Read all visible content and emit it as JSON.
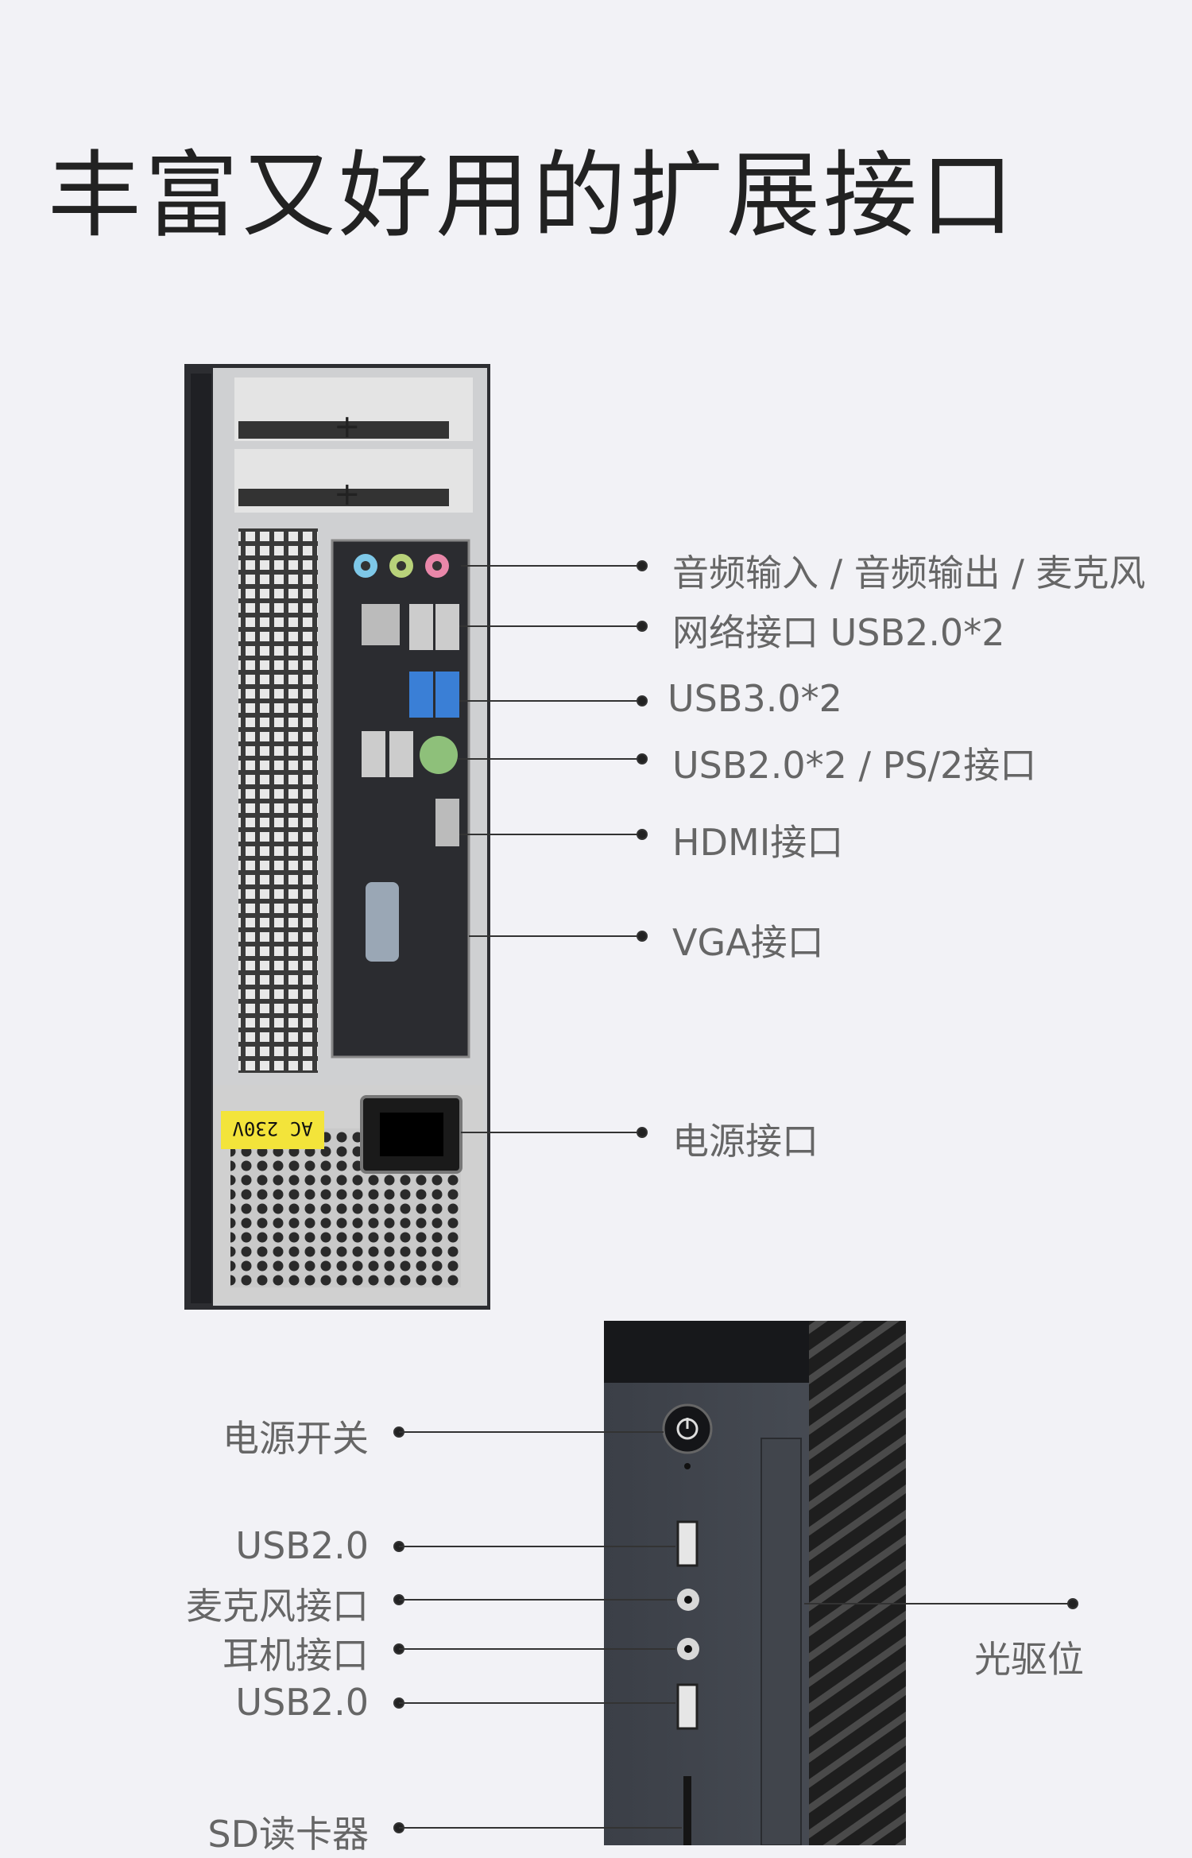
{
  "title": "丰富又好用的扩展接口",
  "rear_ports": [
    "音频输入 / 音频输出 / 麦克风",
    "网络接口   USB2.0*2",
    "USB3.0*2",
    "USB2.0*2 / PS/2接口",
    "HDMI接口",
    "VGA接口",
    "电源接口"
  ],
  "front_ports": [
    "电源开关",
    "USB2.0",
    "麦克风接口",
    "耳机接口",
    "USB2.0",
    "SD读卡器"
  ],
  "optical_drive_label": "光驱位",
  "psu_sticker": "AC 230V"
}
